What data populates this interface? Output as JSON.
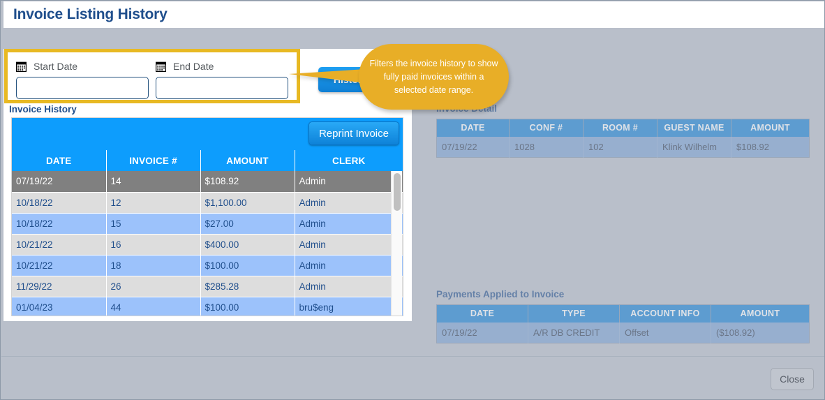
{
  "window": {
    "title": "Invoice Listing History",
    "accent_blue": "#0d9dfd",
    "title_blue": "#1f4e8c",
    "highlight_yellow": "#e8b923",
    "tooltip_yellow": "#e8ae27",
    "background_grey": "#b9bfca"
  },
  "filters": {
    "start_date": {
      "icon": "calendar-icon",
      "label": "Start Date",
      "value": "",
      "placeholder": ""
    },
    "end_date": {
      "icon": "calendar-icon",
      "label": "End Date",
      "value": "",
      "placeholder": ""
    },
    "action_button_label": "History"
  },
  "tooltip": {
    "text": "Filters the invoice history to show fully paid invoices within a selected date range."
  },
  "invoice_history": {
    "section_label": "Invoice History",
    "reprint_button_label": "Reprint Invoice",
    "columns": [
      "DATE",
      "INVOICE #",
      "AMOUNT",
      "CLERK"
    ],
    "rows": [
      {
        "date": "07/19/22",
        "invoice": "14",
        "amount": "$108.92",
        "clerk": "Admin",
        "state": "selected"
      },
      {
        "date": "10/18/22",
        "invoice": "12",
        "amount": "$1,100.00",
        "clerk": "Admin",
        "state": "odd"
      },
      {
        "date": "10/18/22",
        "invoice": "15",
        "amount": "$27.00",
        "clerk": "Admin",
        "state": "even"
      },
      {
        "date": "10/21/22",
        "invoice": "16",
        "amount": "$400.00",
        "clerk": "Admin",
        "state": "odd"
      },
      {
        "date": "10/21/22",
        "invoice": "18",
        "amount": "$100.00",
        "clerk": "Admin",
        "state": "even"
      },
      {
        "date": "11/29/22",
        "invoice": "26",
        "amount": "$285.28",
        "clerk": "Admin",
        "state": "odd"
      },
      {
        "date": "01/04/23",
        "invoice": "44",
        "amount": "$100.00",
        "clerk": "bru$eng",
        "state": "even"
      }
    ]
  },
  "invoice_detail": {
    "section_label": "Invoice Detail",
    "columns": [
      "DATE",
      "CONF #",
      "ROOM #",
      "GUEST NAME",
      "AMOUNT"
    ],
    "rows": [
      {
        "date": "07/19/22",
        "conf": "1028",
        "room": "102",
        "guest": "Klink Wilhelm",
        "amount": "$108.92"
      }
    ]
  },
  "payments_applied": {
    "section_label": "Payments Applied to Invoice",
    "columns": [
      "DATE",
      "TYPE",
      "ACCOUNT INFO",
      "AMOUNT"
    ],
    "rows": [
      {
        "date": "07/19/22",
        "type": "A/R DB CREDIT",
        "account_info": "Offset",
        "amount": "($108.92)"
      }
    ]
  },
  "footer": {
    "close_label": "Close"
  }
}
